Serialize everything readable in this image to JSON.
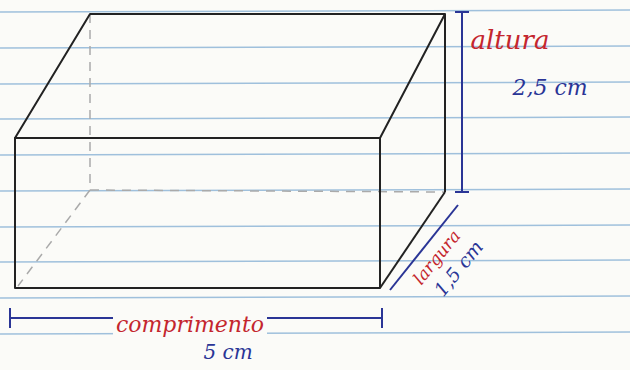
{
  "diagram": {
    "labels": [
      "altura",
      "2,5 cm",
      "largura",
      "1,5 cm",
      "comprimento",
      "5 cm"
    ]
  }
}
